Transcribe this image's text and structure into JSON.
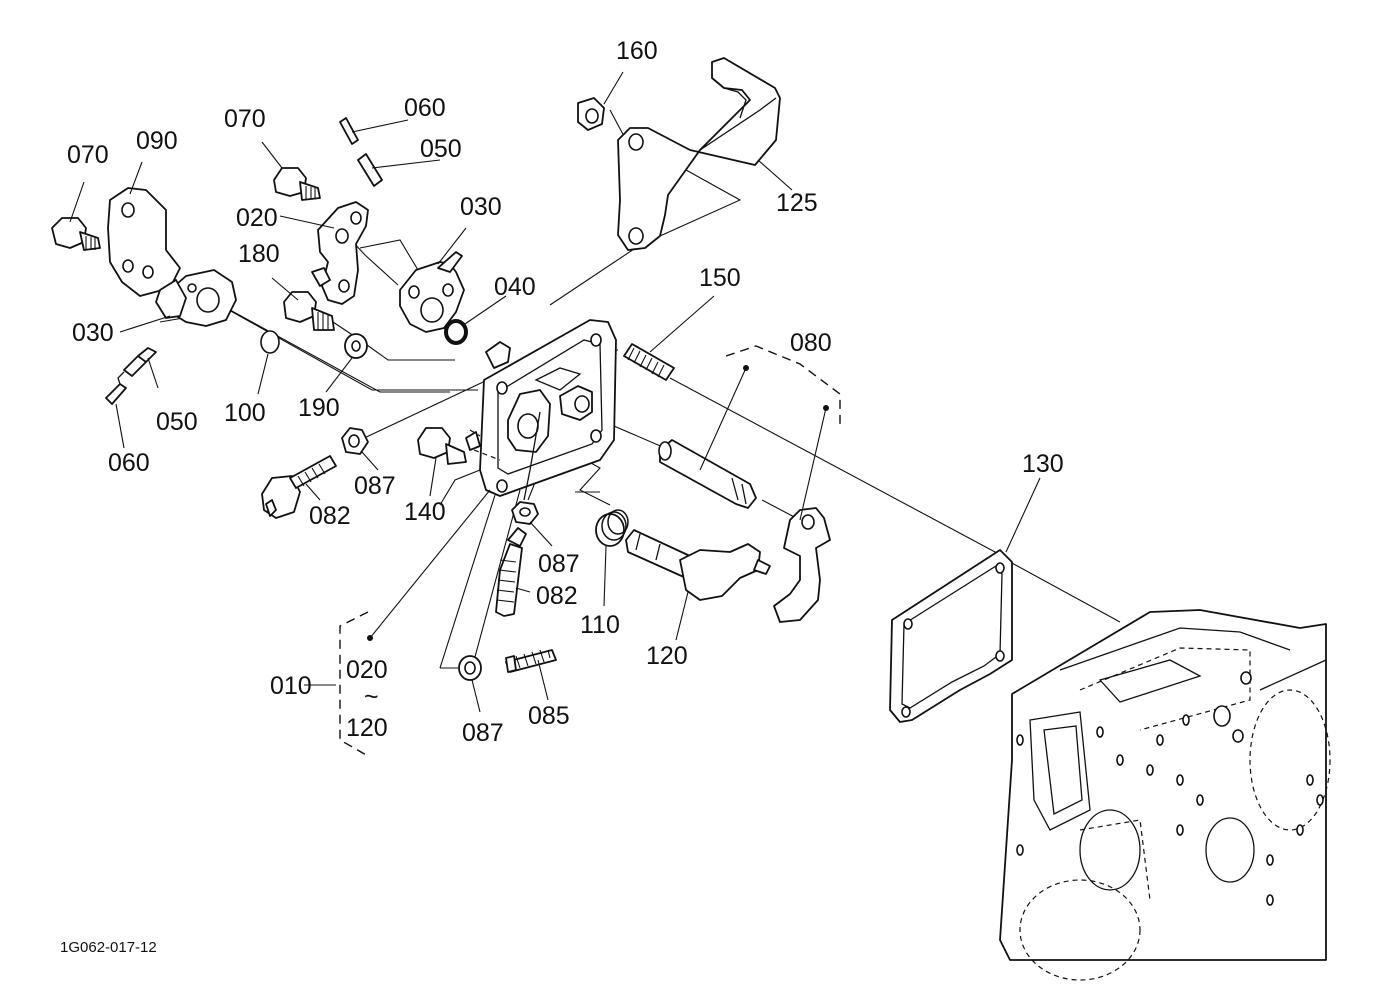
{
  "drawing_code": "1G062-017-12",
  "callouts": {
    "c160": "160",
    "c125": "125",
    "c070a": "070",
    "c090": "090",
    "c070b": "070",
    "c060a": "060",
    "c050a": "050",
    "c020": "020",
    "c030a": "030",
    "c180": "180",
    "c040": "040",
    "c030b": "030",
    "c050b": "050",
    "c060b": "060",
    "c100": "100",
    "c190": "190",
    "c150": "150",
    "c080": "080",
    "c087a": "087",
    "c082a": "082",
    "c140": "140",
    "c087b": "087",
    "c082b": "082",
    "c110": "110",
    "c120": "120",
    "c130": "130",
    "c010": "010",
    "c020r": "020",
    "ctilde": "~",
    "c120r": "120",
    "c087c": "087",
    "c085": "085"
  }
}
